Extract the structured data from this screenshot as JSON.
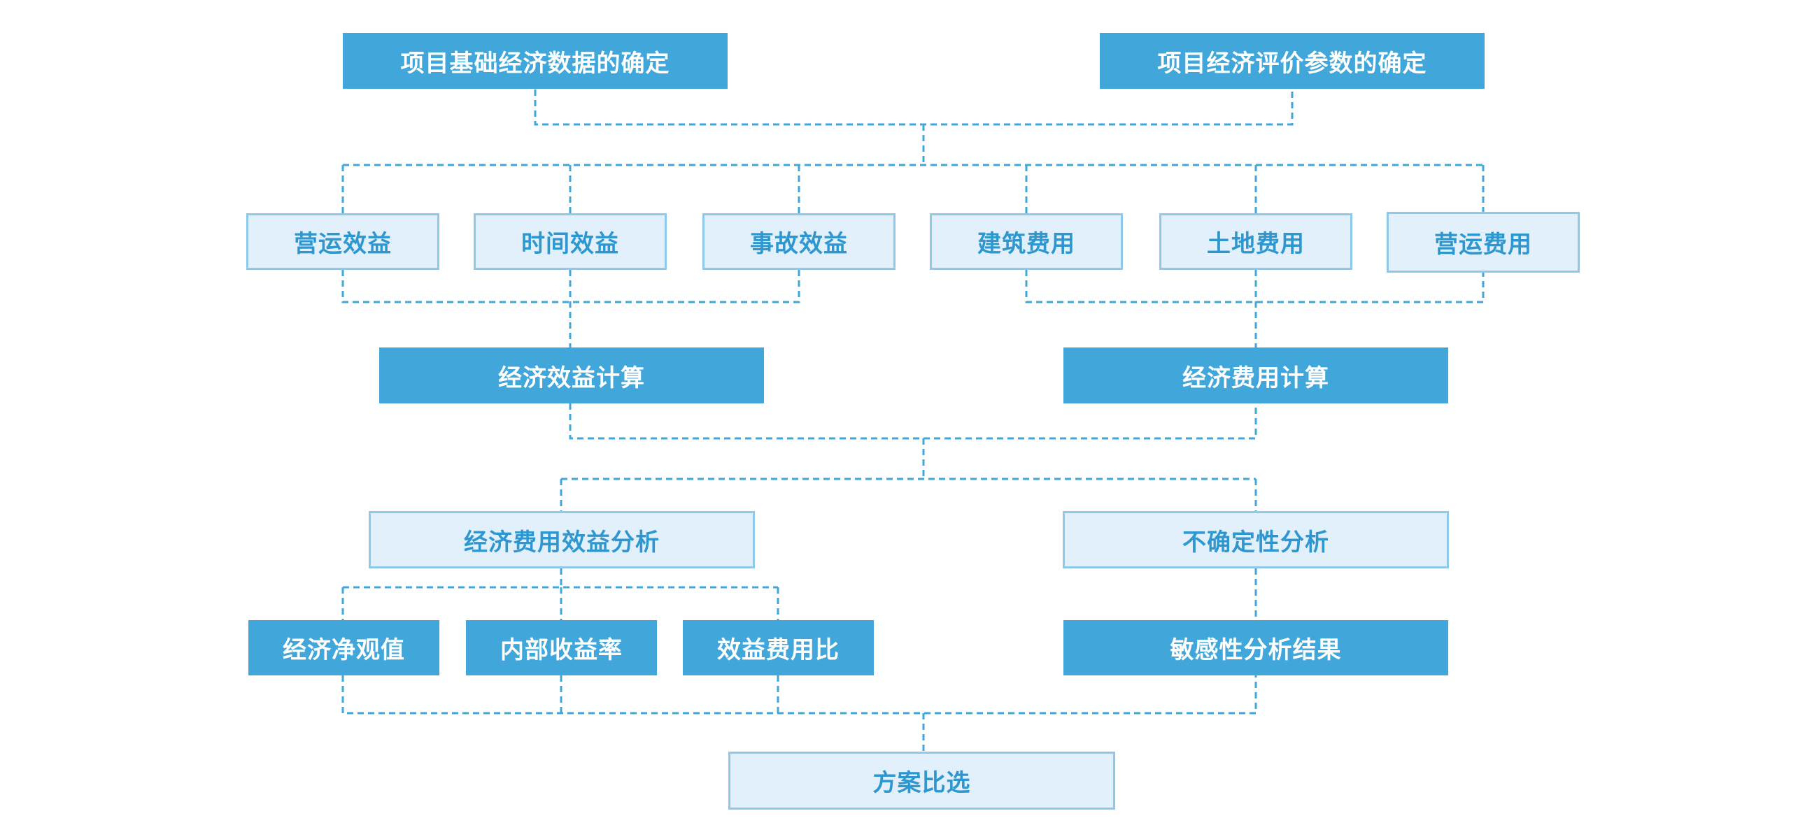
{
  "diagram": {
    "nodes": {
      "base_data": "项目基础经济数据的确定",
      "eval_params": "项目经济评价参数的确定",
      "ops_benefit": "营运效益",
      "time_benefit": "时间效益",
      "accident_benefit": "事故效益",
      "construction_cost": "建筑费用",
      "land_cost": "土地费用",
      "ops_cost": "营运费用",
      "benefit_calc": "经济效益计算",
      "cost_calc": "经济费用计算",
      "cba": "经济费用效益分析",
      "uncertainty": "不确定性分析",
      "npv": "经济净观值",
      "irr": "内部收益率",
      "bcr": "效益费用比",
      "sensitivity": "敏感性分析结果",
      "comparison": "方案比选"
    },
    "colors": {
      "solid_fill": "#41a6da",
      "light_fill": "#e1f0fa",
      "light_border": "#8ec9ea",
      "light_text": "#2f97d0",
      "connector": "#41a6da"
    }
  }
}
